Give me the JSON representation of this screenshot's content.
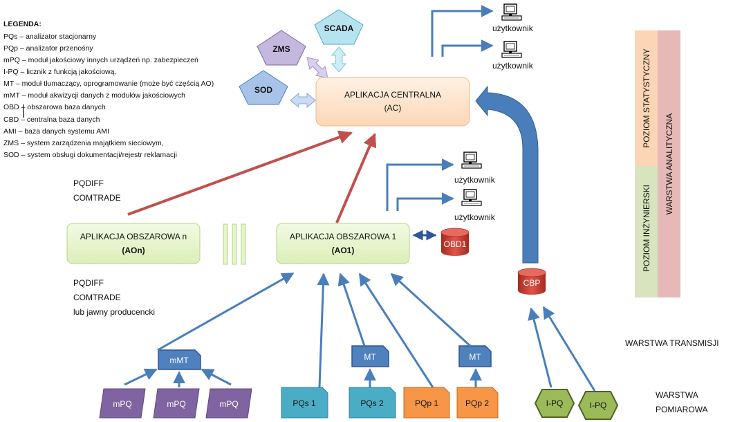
{
  "legend": {
    "title": "LEGENDA:",
    "items": [
      "PQs – analizator stacjonarny",
      "PQp – analizator przenośny",
      "mPQ – moduł jakościowy innych urządzeń np. zabezpieczeń",
      "I-PQ – licznik z funkcją jakościową,",
      "MT – moduł tłumaczący, oprogramowanie (może być częścią AO)",
      "mMT – moduł akwizycji danych z modułów jakościowych",
      "OBD – obszarowa baza danych",
      "CBD – centralna baza danych",
      "AMI – baza danych systemu AMI",
      "ZMS – system zarządzenia majątkiem sieciowym,",
      "SOD – system obsługi dokumentacji/rejestr  reklamacji"
    ]
  },
  "systems": {
    "scada": "SCADA",
    "zms": "ZMS",
    "sod": "SOD"
  },
  "central_app": {
    "line1": "APLIKACJA CENTRALNA",
    "line2": "(AC)"
  },
  "area_app_n": {
    "line1": "APLIKACJA OBSZAROWA n",
    "line2": "(AOn)"
  },
  "area_app_1": {
    "line1": "APLIKACJA OBSZAROWA 1",
    "line2": "(AO1)"
  },
  "databases": {
    "obd1": "OBD1",
    "cbp": "CBP"
  },
  "user_label": "użytkownik",
  "formats_top": [
    "PQDIFF",
    "COMTRADE"
  ],
  "formats_bottom": [
    "PQDIFF",
    "COMTRADE",
    "lub jawny producencki"
  ],
  "modules": {
    "mmt": "mMT",
    "mt": "MT"
  },
  "devices": {
    "mpq": "mPQ",
    "pqs1": "PQs 1",
    "pqs2": "PQs 2",
    "pqp1": "PQp 1",
    "pqp2": "PQp 2",
    "ipq": "I-PQ"
  },
  "layers": {
    "statistical": "POZIOM STATYSTYCZNY",
    "engineering": "POZIOM INŻYNIERSKI",
    "analytical": "WARSTWA   ANALITYCZNA",
    "transmission": "WARSTWA  TRANSMISJI",
    "measurement_1": "WARSTWA",
    "measurement_2": "POMIAROWA"
  },
  "colors": {
    "arrow_blue": "#4a7ebb",
    "arrow_red": "#c0504d",
    "green_box": "#e6f5c9",
    "orange_box": "#fde3cc",
    "purple": "#8064a2",
    "cyan": "#4bacc6",
    "orange": "#f79646",
    "green_hex": "#9bbb59",
    "lavender": "#c5b8de",
    "light_cyan": "#b7e3ef",
    "light_blue": "#a7c4e8",
    "db_red": "#c0392b",
    "peach_band": "#fbd5b5",
    "pink_band": "#e6b9b8",
    "light_green_band": "#d7e4bd"
  }
}
